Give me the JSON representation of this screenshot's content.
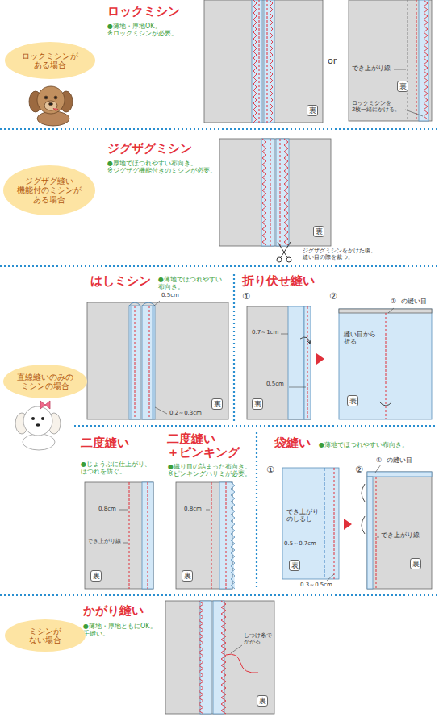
{
  "diagram": {
    "nodes": [
      {
        "text": [
          "ロックミシンが ある場合"
        ]
      },
      {
        "text": [
          "裏"
        ]
      },
      {
        "text": [
          "裏"
        ]
      },
      {
        "text": [
          "ジグザグ縫い 機能付のミシンが ある場合"
        ]
      },
      {
        "text": [
          "裏"
        ]
      },
      {
        "text": [
          "直線縫いのみの ミシンの場合"
        ]
      },
      {
        "text": [
          "裏"
        ]
      },
      {
        "text": [
          "裏"
        ]
      },
      {
        "text": [
          "表"
        ]
      },
      {
        "text": [
          "裏"
        ]
      },
      {
        "text": [
          "裏"
        ]
      },
      {
        "text": [
          "表"
        ]
      },
      {
        "text": [
          "裏"
        ]
      },
      {
        "text": [
          "ミシンが ない場合"
        ]
      },
      {
        "text": [
          "裏"
        ]
      }
    ],
    "labels": [
      "ロックミシン",
      "●薄地・厚地OK。 ※ロックミシンが必要。",
      "or",
      "でき上がり線",
      "ロックミシンを 2枚一緒にかける。",
      "ジグザグミシン",
      "●厚地でほつれやすい布向き。 ※ジグザグ機能付きのミシンが必要。",
      "ジグザグミシンをかけた後、 縫い目の際を裁つ。",
      "はしミシン",
      "●薄地でほつれやすい 布向き。",
      "0.5cm",
      "0.2～0.3cm",
      "折り伏せ縫い",
      "①",
      "0.7～1cm",
      "0.5cm",
      "②",
      "①",
      "の縫い目",
      "縫い目から 折る",
      "二度縫い",
      "●じょうぶに仕上がり、 ほつれを防ぐ。",
      "0.8cm",
      "でき上がり線",
      "二度縫い ＋ピンキング",
      "●織り目の詰まった布向き。 ※ピンキングハサミが必要。",
      "0.8cm",
      "袋縫い",
      "●薄地でほつれやすい布向き。",
      "①",
      "でき上がり のしるし",
      "0.5～0.7cm",
      "0.3～0.5cm",
      "②",
      "①",
      "の縫い目",
      "でき上がり線",
      "かがり縫い",
      "●薄地・厚地ともにOK。 手縫い。",
      "しつけ糸で かがる"
    ]
  }
}
